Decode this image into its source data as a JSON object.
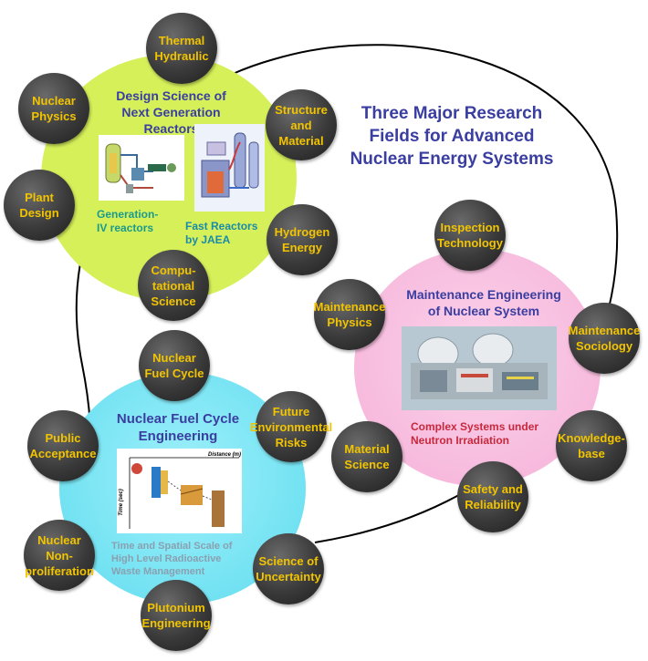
{
  "main_title": "Three Major Research\nFields for Advanced\nNuclear Energy Systems",
  "design_science": {
    "title": "Design Science of\nNext Generation\nReactors",
    "caption_gen4": "Generation-\nIV reactors",
    "caption_fast": "Fast Reactors\nby JAEA"
  },
  "maintenance": {
    "title": "Maintenance Engineering\nof Nuclear System",
    "caption": "Complex Systems under\nNeutron Irradiation"
  },
  "fuel_cycle": {
    "title": "Nuclear Fuel Cycle\nEngineering",
    "caption": "Time and Spatial Scale of\nHigh Level Radioactive\nWaste Management",
    "chart_xlabel": "Distance (m)",
    "chart_ylabel": "Time (sec)"
  },
  "nodes": {
    "thermal_hydraulic": "Thermal\nHydraulic",
    "nuclear_physics": "Nuclear\nPhysics",
    "structure_material": "Structure\nand\nMaterial",
    "plant_design": "Plant\nDesign",
    "hydrogen_energy": "Hydrogen\nEnergy",
    "computational_science": "Compu-\ntational\nScience",
    "inspection_technology": "Inspection\nTechnology",
    "maintenance_physics": "Maintenance\nPhysics",
    "maintenance_sociology": "Maintenance\nSociology",
    "nuclear_fuel_cycle": "Nuclear\nFuel Cycle",
    "future_environmental_risks": "Future\nEnvironmental\nRisks",
    "public_acceptance": "Public\nAcceptance",
    "material_science": "Material\nScience",
    "knowledge_base": "Knowledge-\nbase",
    "safety_reliability": "Safety and\nReliability",
    "nuclear_nonproliferation": "Nuclear\nNon-\nproliferation",
    "science_uncertainty": "Science of\nUncertainty",
    "plutonium_engineering": "Plutonium\nEngineering"
  },
  "colors": {
    "design": "#d6f05a",
    "maintenance": "#f7b6dc",
    "fuel": "#6fe0f2",
    "node_text": "#f2c400",
    "title_blue": "#3a3ea0",
    "caption_teal": "#1a9a8c",
    "caption_red": "#c8283c",
    "caption_gray": "#8aa0b0"
  }
}
